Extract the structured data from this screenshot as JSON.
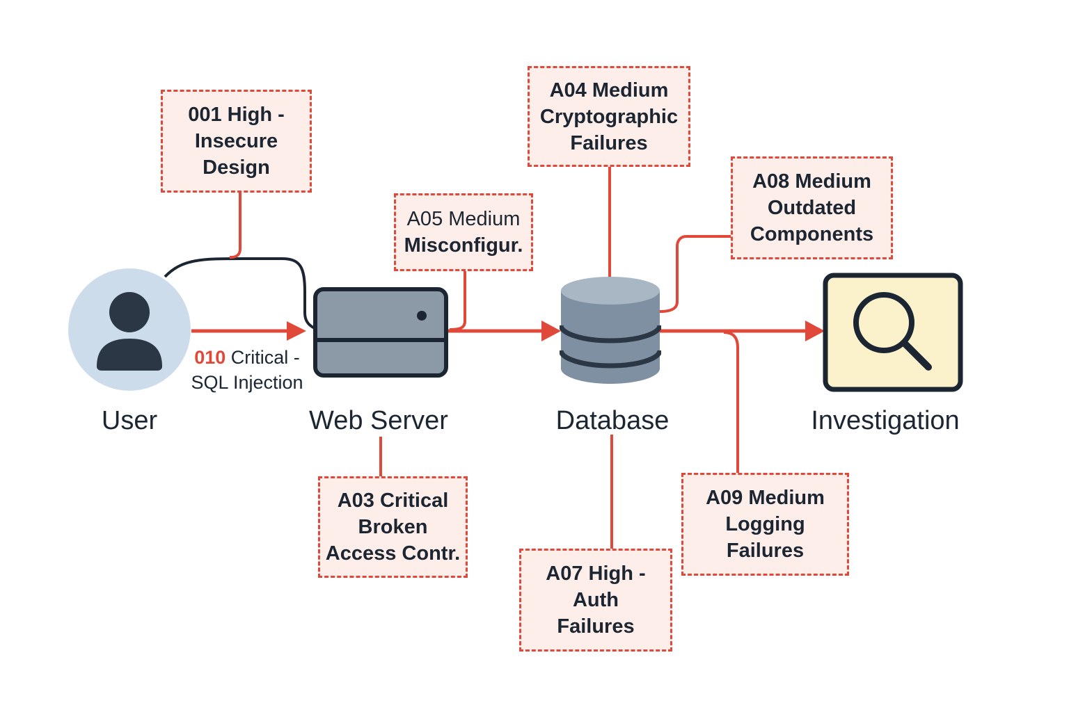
{
  "nodes": {
    "user": "User",
    "web_server": "Web Server",
    "database": "Database",
    "investigation": "Investigation"
  },
  "edge_label": {
    "code": "010",
    "line1_rest": " Critical -",
    "line2": "SQL Injection"
  },
  "vulnerabilities": {
    "a01": [
      "001 High -",
      "Insecure",
      "Design"
    ],
    "a04": [
      "A04 Medium",
      "Cryptographic",
      "Failures"
    ],
    "a05": [
      "A05 Medium",
      "Misconfigur."
    ],
    "a08": [
      "A08 Medium",
      "Outdated",
      "Components"
    ],
    "a03": [
      "A03 Critical",
      "Broken",
      "Access Contr."
    ],
    "a07": [
      "A07 High -",
      "Auth",
      "Failures"
    ],
    "a09": [
      "A09 Medium",
      "Logging",
      "Failures"
    ]
  },
  "icons": [
    "user-avatar-icon",
    "server-icon",
    "database-icon",
    "magnifier-icon"
  ],
  "colors": {
    "accent": "#e0483a",
    "box_fill": "#fdeeea",
    "dark": "#1c2632",
    "user_circle": "#cddceb",
    "server": "#8c9aa8",
    "database": "#7f90a2",
    "investigation_fill": "#fbf2cc"
  }
}
